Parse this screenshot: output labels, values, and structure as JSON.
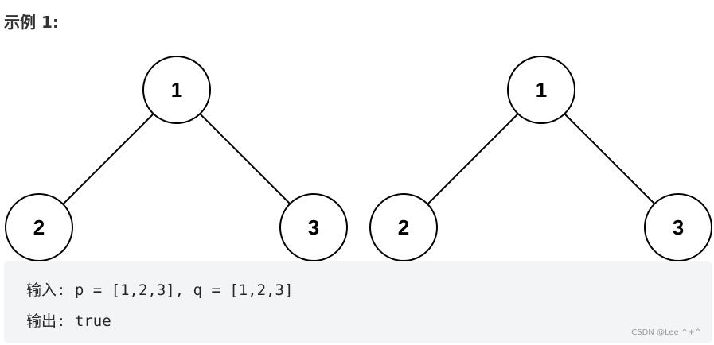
{
  "example": {
    "title": "示例 1:"
  },
  "trees": [
    {
      "root": "1",
      "left": "2",
      "right": "3"
    },
    {
      "root": "1",
      "left": "2",
      "right": "3"
    }
  ],
  "code": {
    "input_line": "输入: p = [1,2,3], q = [1,2,3]",
    "output_line": "输出: true"
  },
  "watermark": "CSDN @Lee ^+^"
}
